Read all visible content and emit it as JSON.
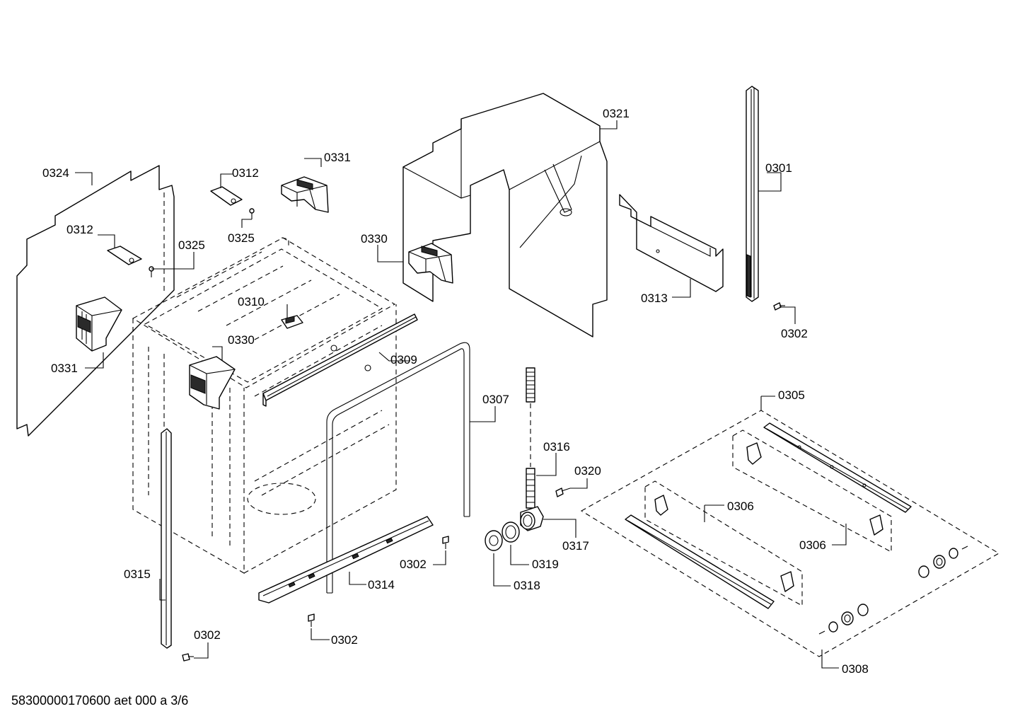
{
  "diagram": {
    "callouts": {
      "c0301": "0301",
      "c0302a": "0302",
      "c0302b": "0302",
      "c0302c": "0302",
      "c0302d": "0302",
      "c0305": "0305",
      "c0306a": "0306",
      "c0306b": "0306",
      "c0307": "0307",
      "c0308": "0308",
      "c0309": "0309",
      "c0310": "0310",
      "c0312a": "0312",
      "c0312b": "0312",
      "c0313": "0313",
      "c0314": "0314",
      "c0315": "0315",
      "c0316": "0316",
      "c0317": "0317",
      "c0318": "0318",
      "c0319": "0319",
      "c0320": "0320",
      "c0321": "0321",
      "c0324": "0324",
      "c0325a": "0325",
      "c0325b": "0325",
      "c0330a": "0330",
      "c0330b": "0330",
      "c0331a": "0331",
      "c0331b": "0331"
    },
    "footer": "58300000170600 aet 000 a 3/6"
  }
}
